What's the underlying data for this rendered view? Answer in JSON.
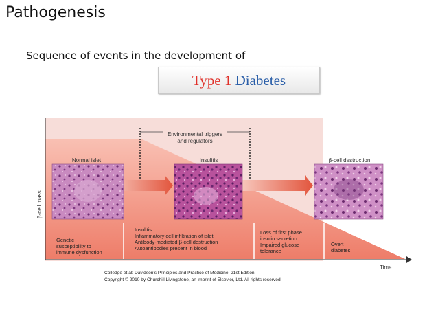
{
  "slide": {
    "title": "Pathogenesis",
    "subtitle": "Sequence of events in the development of",
    "highlight_part1": "Type 1",
    "highlight_part2": "Diabetes"
  },
  "figure": {
    "y_axis_label": "β-cell mass",
    "x_axis_label": "Time",
    "triggers_label": [
      "Environmental triggers",
      "and regulators"
    ],
    "panels": [
      {
        "label": "Normal islet"
      },
      {
        "label": "Insulitis"
      },
      {
        "label": "β-cell destruction"
      }
    ],
    "stage_texts": [
      [
        "Genetic",
        "susceptibility to",
        "immune dysfunction"
      ],
      [
        "Insulitis",
        "Inflammatory cell infiltration of islet",
        "Antibody-mediated β-cell destruction",
        "Autoantibodies present in blood"
      ],
      [
        "Loss of first phase",
        "insulin secretion",
        "Impaired glucose",
        "tolerance"
      ],
      [
        "Overt",
        "diabetes"
      ]
    ],
    "citation": [
      "Colledge et al: Davidson's Principles and Practice of Medicine, 21st Edition",
      "Copyright © 2010 by Churchill Livingstone, an imprint of Elsevier, Ltd. All rights reserved."
    ],
    "colors": {
      "bg_pink": "#f7ddd9",
      "bg_white": "#ffffff",
      "area_top": "#f7b5a7",
      "area_bottom": "#ee7f6c",
      "arrow": "#e2553d",
      "histology": "#b45aa3"
    }
  }
}
